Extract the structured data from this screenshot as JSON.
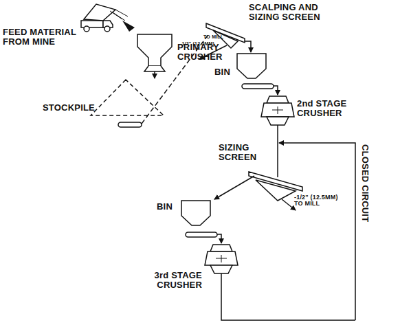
{
  "diagram": {
    "labels": [
      "FEED MATERIAL FROM MINE",
      "PRIMARY CRUSHER",
      "STOCKPILE",
      "SCALPING AND SIZING SCREEN",
      "TO MILL",
      "-1/2\" (12.5MM)",
      "BIN",
      "2nd STAGE CRUSHER",
      "SIZING SCREEN",
      "BIN",
      "-1/2\" (12.5MM) TO MILL",
      "3rd STAGE CRUSHER",
      "CLOSED CIRCUIT"
    ]
  }
}
